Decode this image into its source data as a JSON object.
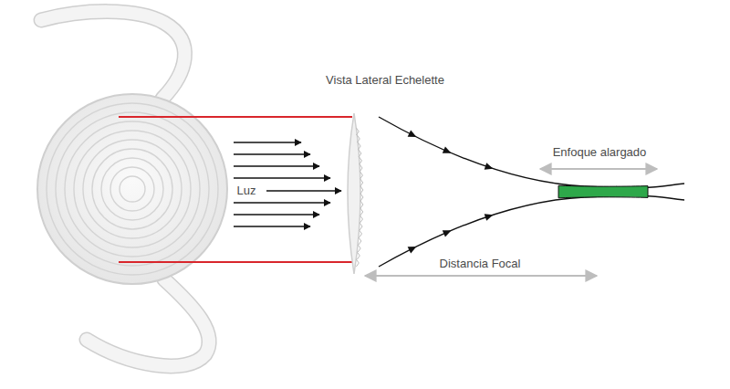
{
  "diagram": {
    "labels": [
      "Vista Lateral Echelette",
      "Luz",
      "Enfoque alargado",
      "Distancia Focal"
    ]
  }
}
